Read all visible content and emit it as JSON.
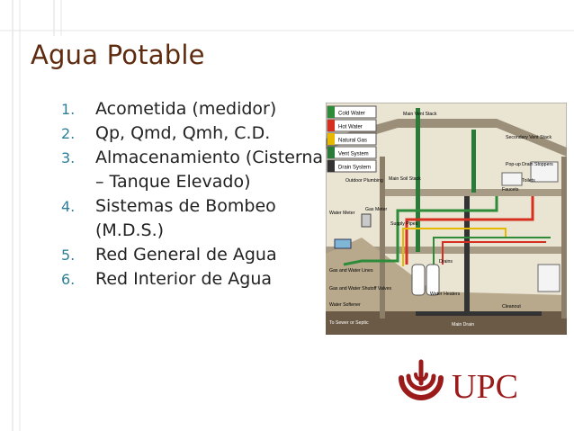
{
  "slide": {
    "title": "Agua Potable",
    "items": [
      {
        "num": "1.",
        "text": "Acometida (medidor)"
      },
      {
        "num": "2.",
        "text": "Qp, Qmd, Qmh, C.D."
      },
      {
        "num": "3.",
        "text": "Almacenamiento (Cisterna – Tanque Elevado)"
      },
      {
        "num": "4.",
        "text": "Sistemas de Bombeo (M.D.S.)"
      },
      {
        "num": "5.",
        "text": "Red General de Agua"
      },
      {
        "num": "6.",
        "text": "Red Interior de Agua"
      }
    ]
  },
  "diagram": {
    "legend": [
      "Cold Water",
      "Hot Water",
      "Natural Gas",
      "Vent System",
      "Drain System"
    ],
    "labels": {
      "main_vent_stack": "Main Vent Stack",
      "secondary_vent_stack": "Secondary Vent Stack",
      "outdoor_plumbing": "Outdoor Plumbing",
      "main_soil_stack": "Main Soil Stack",
      "popup_drain_stoppers": "Pop-up Drain Stoppers",
      "toilets": "Toilets",
      "faucets": "Faucets",
      "water_meter": "Water Meter",
      "gas_meter": "Gas Meter",
      "supply_pipes": "Supply Pipes",
      "drains": "Drains",
      "gas_water_lines": "Gas and Water Lines",
      "gas_water_shutoff": "Gas and Water Shutoff Valves",
      "water_heaters": "Water Heaters",
      "water_softener": "Water Softener",
      "cleanout": "Cleanout",
      "to_sewer": "To Sewer or Septic",
      "main_drain": "Main Drain"
    },
    "colors": {
      "cold_water": "#2e8b3a",
      "hot_water": "#d62f1f",
      "natural_gas": "#e6b800",
      "vent": "#2a7a3a",
      "drain": "#333333"
    }
  },
  "logo": {
    "text": "UPC",
    "color": "#9b1b1b"
  }
}
